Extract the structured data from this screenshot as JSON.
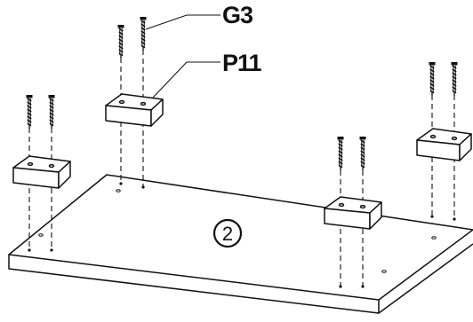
{
  "labels": {
    "screw_part": "G3",
    "block_part": "P11",
    "step_number": "2"
  },
  "colors": {
    "line": "#111111",
    "background": "#ffffff"
  }
}
